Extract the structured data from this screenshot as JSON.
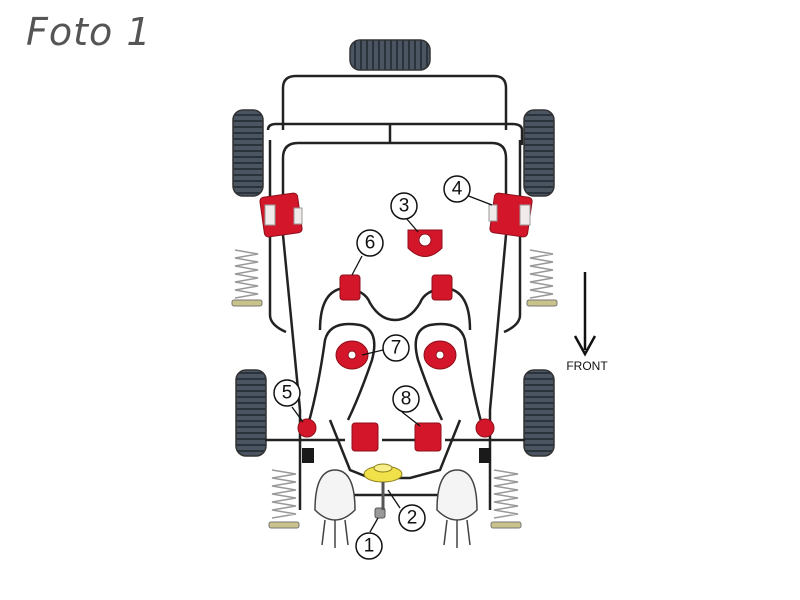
{
  "title": "Foto 1",
  "front_label": "FRONT",
  "callouts": [
    "1",
    "2",
    "3",
    "4",
    "5",
    "6",
    "7",
    "8"
  ],
  "colors": {
    "bush": "#d3162a",
    "bush_dark": "#8e0f1b",
    "yellow": "#f0e04a",
    "frame": "#222222",
    "tyre": "#3a4450"
  }
}
